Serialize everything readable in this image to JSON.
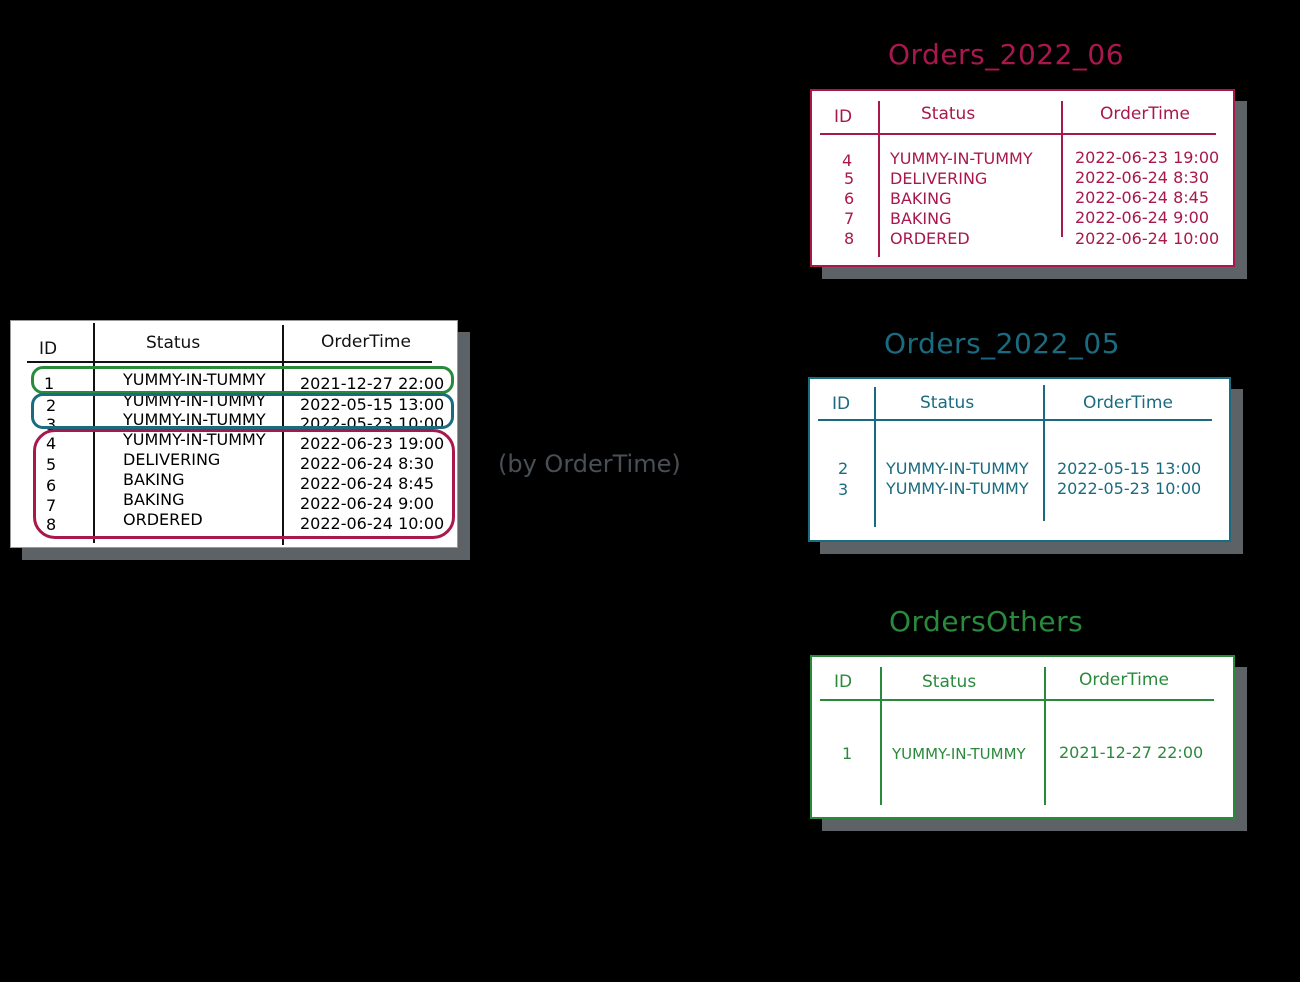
{
  "colors": {
    "pink": "#a8184d",
    "teal": "#1a6b80",
    "green": "#2a8a3c",
    "black": "#111111",
    "gray": "#4a4f55"
  },
  "columns": [
    "ID",
    "Status",
    "OrderTime"
  ],
  "source": {
    "rows": [
      {
        "id": "1",
        "status": "YUMMY-IN-TUMMY",
        "time": "2021-12-27 22:00"
      },
      {
        "id": "2",
        "status": "YUMMY-IN-TUMMY",
        "time": "2022-05-15 13:00"
      },
      {
        "id": "3",
        "status": "YUMMY-IN-TUMMY",
        "time": "2022-05-23 10:00"
      },
      {
        "id": "4",
        "status": "YUMMY-IN-TUMMY",
        "time": "2022-06-23 19:00"
      },
      {
        "id": "5",
        "status": "DELIVERING",
        "time": "2022-06-24 8:30"
      },
      {
        "id": "6",
        "status": "BAKING",
        "time": "2022-06-24 8:45"
      },
      {
        "id": "7",
        "status": "BAKING",
        "time": "2022-06-24 9:00"
      },
      {
        "id": "8",
        "status": "ORDERED",
        "time": "2022-06-24 10:00"
      }
    ]
  },
  "partition_label": "(by OrderTime)",
  "partitions": [
    {
      "title": "Orders_2022_06",
      "rows": [
        {
          "id": "4",
          "status": "YUMMY-IN-TUMMY",
          "time": "2022-06-23 19:00"
        },
        {
          "id": "5",
          "status": "DELIVERING",
          "time": "2022-06-24 8:30"
        },
        {
          "id": "6",
          "status": "BAKING",
          "time": "2022-06-24 8:45"
        },
        {
          "id": "7",
          "status": "BAKING",
          "time": "2022-06-24 9:00"
        },
        {
          "id": "8",
          "status": "ORDERED",
          "time": "2022-06-24 10:00"
        }
      ]
    },
    {
      "title": "Orders_2022_05",
      "rows": [
        {
          "id": "2",
          "status": "YUMMY-IN-TUMMY",
          "time": "2022-05-15 13:00"
        },
        {
          "id": "3",
          "status": "YUMMY-IN-TUMMY",
          "time": "2022-05-23 10:00"
        }
      ]
    },
    {
      "title": "OrdersOthers",
      "rows": [
        {
          "id": "1",
          "status": "YUMMY-IN-TUMMY",
          "time": "2021-12-27 22:00"
        }
      ]
    }
  ]
}
